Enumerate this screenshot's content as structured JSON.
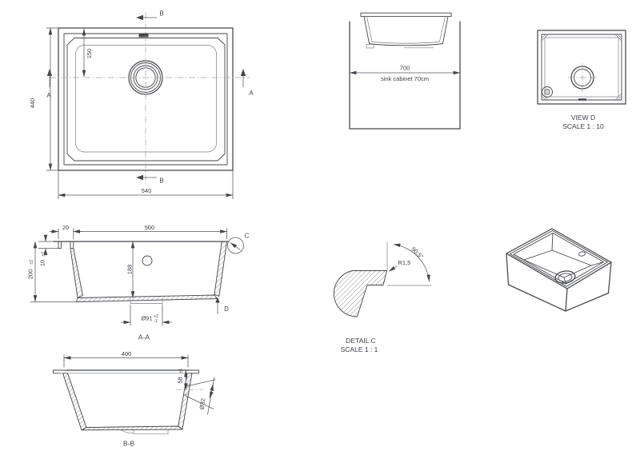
{
  "drawing": {
    "top_view": {
      "dim_height": "440",
      "dim_drain_offset": "150",
      "dim_width": "540",
      "cut_b_top": "B",
      "cut_b_bottom": "B",
      "cut_a_left": "A",
      "cut_a_right": "A"
    },
    "cabinet_view": {
      "dim_width": "700",
      "caption": "sink cabinet 70cm"
    },
    "view_d": {
      "title": "VIEW D",
      "scale": "SCALE 1 : 10"
    },
    "section_aa": {
      "label": "A-A",
      "dim_lip_width": "20",
      "dim_inner_width": "500",
      "dim_lip_height": "10",
      "dim_lip_height_tol": "±2",
      "dim_total_height": "200",
      "dim_total_height_tol": "±2",
      "dim_inner_depth": "188",
      "dim_drain_dia": "Ø91",
      "dim_drain_tol_plus": "+2",
      "dim_drain_tol_minus": "-1",
      "callout_c": "C",
      "point_d": "D"
    },
    "detail_c": {
      "title": "DETAIL C",
      "scale": "SCALE 1 : 1",
      "dim_radius": "R1,5",
      "dim_angle": "90,5°"
    },
    "section_bb": {
      "label": "B-B",
      "dim_inner_width": "400",
      "dim_overflow_offset": "58",
      "dim_overflow_offset_tol": "±1",
      "dim_overflow_dia": "Ø32"
    }
  }
}
